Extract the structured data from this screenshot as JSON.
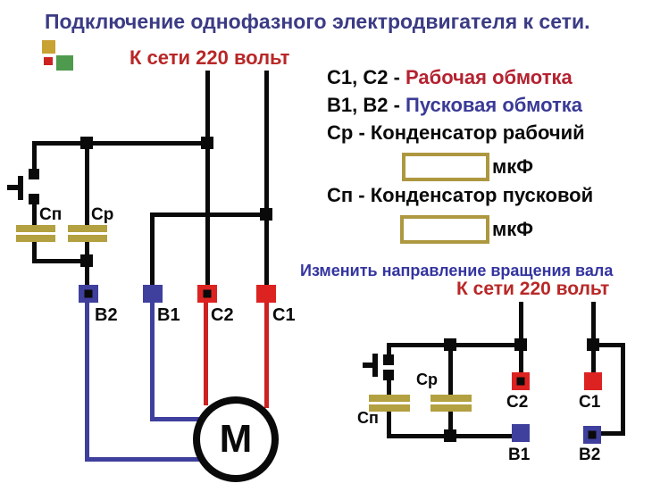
{
  "header": {
    "title": "Подключение однофазного электродвигателя к сети.",
    "mains_label": "К сети 220 вольт"
  },
  "legend": {
    "working": {
      "terminals": "С1, С2 - ",
      "name": "Рабочая обмотка"
    },
    "starting": {
      "terminals": "В1, В2 - ",
      "name": "Пусковая обмотка"
    },
    "run_capacitor": "Ср - Конденсатор рабочий",
    "run_capacitor_value": "",
    "start_capacitor": "Сп - Конденсатор пусковой",
    "start_capacitor_value": "",
    "unit": "мкФ"
  },
  "reverse_section": {
    "heading": "Изменить направление вращения вала",
    "mains_label": "К сети 220 вольт"
  },
  "main_diagram": {
    "start_capacitor_label": "Сп",
    "run_capacitor_label": "Ср",
    "terminals": [
      {
        "id": "b2",
        "label": "В2"
      },
      {
        "id": "b1",
        "label": "В1"
      },
      {
        "id": "c2",
        "label": "С2"
      },
      {
        "id": "c1",
        "label": "С1"
      }
    ],
    "motor_label": "М"
  },
  "reverse_diagram": {
    "start_capacitor_label": "Сп",
    "run_capacitor_label": "Ср",
    "terminals": [
      {
        "id": "c2",
        "label": "С2"
      },
      {
        "id": "c1",
        "label": "С1"
      },
      {
        "id": "b1",
        "label": "В1"
      },
      {
        "id": "b2",
        "label": "В2"
      }
    ]
  },
  "colors": {
    "title_blue": "#3b3b85",
    "accent_red": "#b92727",
    "legend_red": "#b52230",
    "legend_blue": "#3a3a96",
    "winding_blue": "#3f3f9e",
    "winding_red": "#cc2222",
    "capacitor_olive": "#b3a040",
    "value_box_border": "#ad9840",
    "bullet_colors": [
      "#c8a232",
      "#cc2222",
      "#4e9a4e"
    ]
  }
}
